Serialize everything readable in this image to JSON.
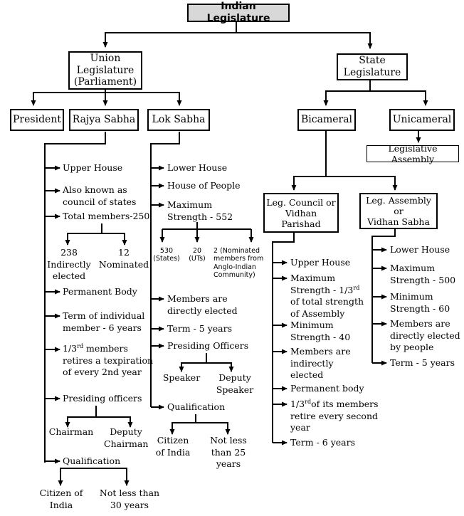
{
  "root": {
    "label": "Indian Legislature"
  },
  "union": {
    "label": "Union\nLegislature\n(Parliament)",
    "president": "President",
    "rajya": {
      "label": "Rajya Sabha",
      "upper_house": "Upper House",
      "also_known": "Also known as\ncouncil of states",
      "total_members": "Total members-250",
      "elected": "238\nIndirectly\nelected",
      "nominated": "12\nNominated",
      "permanent": "Permanent Body",
      "term": "Term of individual\nmember - 6 years",
      "third_pre": "1/3",
      "third_sup": "rd",
      "third_post": " members\nretires a texpiration\nof every 2nd year",
      "presiding": "Presiding officers",
      "chairman": "Chairman",
      "deputy": "Deputy\nChairman",
      "qualification": "Qualification",
      "citizen": "Citizen of\nIndia",
      "age": "Not less than\n30 years"
    },
    "lok": {
      "label": "Lok Sabha",
      "lower_house": "Lower House",
      "house_people": "House of People",
      "max_strength": "Maximum\nStrength - 552",
      "states": "530\n(States)",
      "uts": "20\n(UTs)",
      "nominated": "2 (Nominated\nmembers from\nAnglo-Indian\nCommunity)",
      "direct": "Members are\ndirectly elected",
      "term": "Term - 5 years",
      "presiding": "Presiding Officers",
      "speaker": "Speaker",
      "deputy": "Deputy\nSpeaker",
      "qualification": "Qualification",
      "citizen": "Citizen\nof India",
      "age": "Not less\nthan 25\nyears"
    }
  },
  "state": {
    "label": "State\nLegislature",
    "bicameral": "Bicameral",
    "unicameral": "Unicameral",
    "leg_assembly_box": "Legislative Assembly",
    "council": {
      "label": "Leg. Council or\nVidhan Parishad",
      "upper_house": "Upper House",
      "max_pre": "Maximum\nStrength  - 1/3",
      "max_sup": "rd",
      "max_post": "\nof total strength\nof Assembly",
      "min_strength": "Minimum\nStrength - 40",
      "indirect": "Members are\nindirectly\nelected",
      "permanent": "Permanent body",
      "third_pre": "1/3",
      "third_sup": "rd",
      "third_post": "of its members\nretire every second\nyear",
      "term": "Term - 6 years"
    },
    "assembly": {
      "label": "Leg. Assembly or\nVidhan Sabha",
      "lower_house": "Lower House",
      "max_strength": "Maximum\nStrength - 500",
      "min_strength": "Minimum\nStrength - 60",
      "direct": "Members are\ndirectly elected\nby people",
      "term": "Term - 5 years"
    }
  }
}
